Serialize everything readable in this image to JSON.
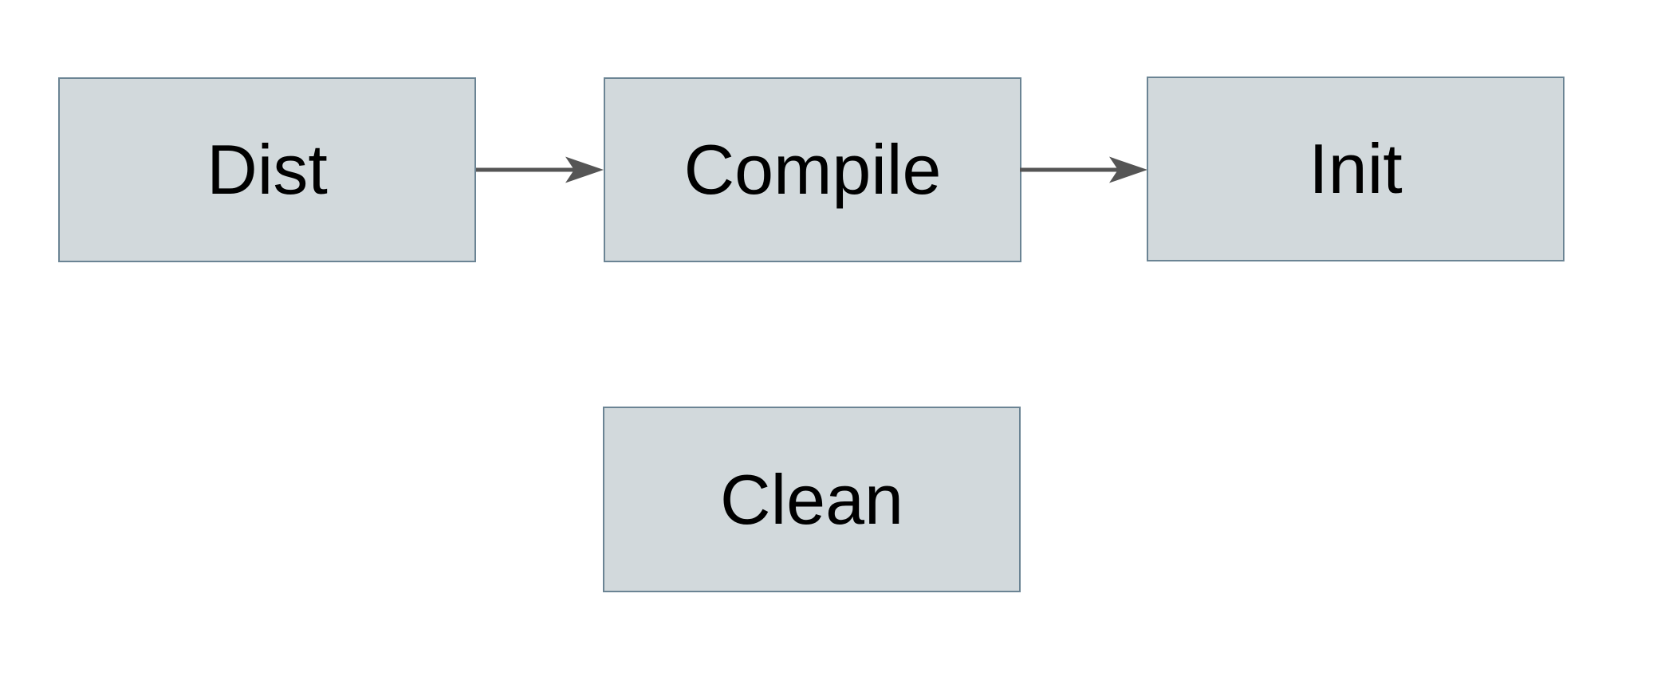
{
  "diagram": {
    "background": "#ffffff",
    "nodes": [
      {
        "id": "dist",
        "label": "Dist"
      },
      {
        "id": "compile",
        "label": "Compile"
      },
      {
        "id": "init",
        "label": "Init"
      },
      {
        "id": "clean",
        "label": "Clean"
      }
    ],
    "edges": [
      {
        "from": "Dist",
        "to": "Compile",
        "direction": "right"
      },
      {
        "from": "Compile",
        "to": "Init",
        "direction": "right"
      }
    ],
    "colors": {
      "node_fill": "#d2d9dc",
      "node_border": "#6b8494",
      "arrow": "#555555",
      "label_text": "#000000"
    }
  }
}
